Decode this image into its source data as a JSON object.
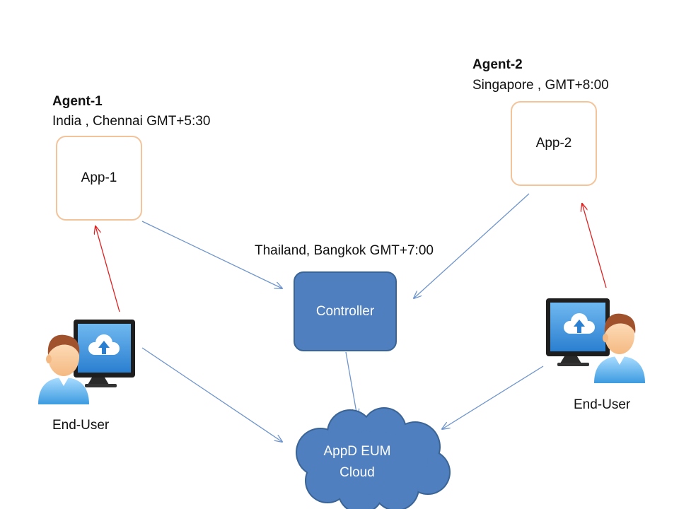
{
  "agent1": {
    "title": "Agent-1",
    "location": "India , Chennai GMT+5:30",
    "app_label": "App-1"
  },
  "agent2": {
    "title": "Agent-2",
    "location": "Singapore , GMT+8:00",
    "app_label": "App-2"
  },
  "controller": {
    "location": "Thailand, Bangkok GMT+7:00",
    "label": "Controller"
  },
  "cloud": {
    "line1": "AppD EUM",
    "line2": "Cloud"
  },
  "end_user_left": {
    "label": "End-User",
    "icon": "end-user-computer-icon"
  },
  "end_user_right": {
    "label": "End-User",
    "icon": "end-user-computer-icon"
  },
  "colors": {
    "app_border": "#f3c39a",
    "controller_fill": "#4f7fbf",
    "cloud_fill": "#4f7fbf",
    "blue_arrow": "#6e95cc",
    "red_arrow": "#e02020"
  }
}
